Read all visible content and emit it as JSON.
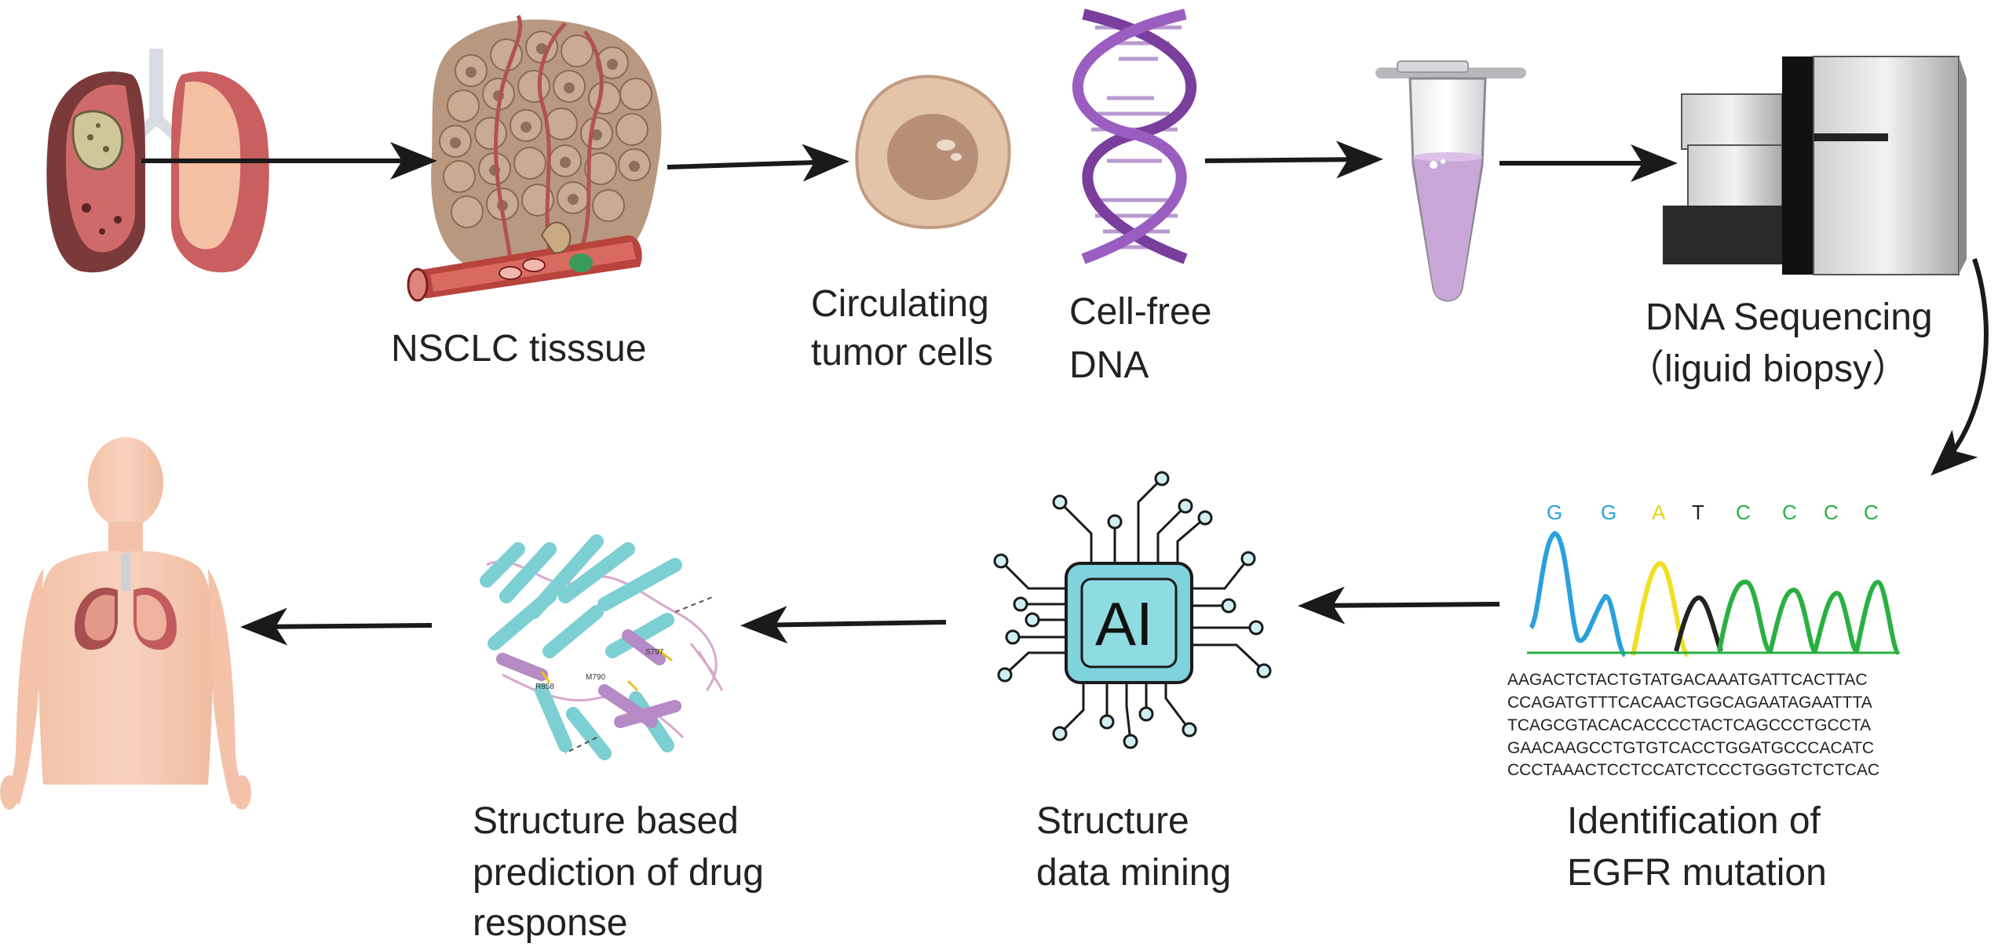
{
  "labels": {
    "nsclc": "NSCLC tisssue",
    "ctc_line1": "Circulating",
    "ctc_line2": "tumor cells",
    "cfdna_line1": "Cell-free",
    "cfdna_line2": "DNA",
    "seq_line1": "DNA Sequencing",
    "seq_line2": "（liguid biopsy）",
    "egfr_line1": "Identification of",
    "egfr_line2": "EGFR mutation",
    "mining_line1": "Structure",
    "mining_line2": "data mining",
    "pred_line1": "Structure based",
    "pred_line2": "prediction of drug",
    "pred_line3": "response"
  },
  "chromatogram": {
    "bases": [
      "G",
      "G",
      "A",
      "T",
      "C",
      "C",
      "C",
      "C"
    ],
    "sequence_lines": [
      "AAGACTCTACTGTATGACAAATGATTCACTTAC",
      "CCAGATGTTTCACAACTGGCAGAATAGAATTTA",
      "TCAGCGTACACACCCCTACTCAGCCCTGCCTA",
      "GAACAAGCCTGTGTCACCTGGATGCCCACATC",
      "CCCTAAACTCCTCCATCTCCCTGGGTCTCTCAC"
    ]
  },
  "chip_label": "AI",
  "residues": [
    "S797",
    "M790",
    "R858"
  ],
  "colors": {
    "base_G": "#2aa0dc",
    "base_A": "#f0e020",
    "base_T": "#222222",
    "base_C": "#2ab040",
    "arrow": "#1a1a1a",
    "chip_fill": "#7fd3dc",
    "protein_helix": "#7ccfd2",
    "protein_sheet": "#b68ac4"
  }
}
